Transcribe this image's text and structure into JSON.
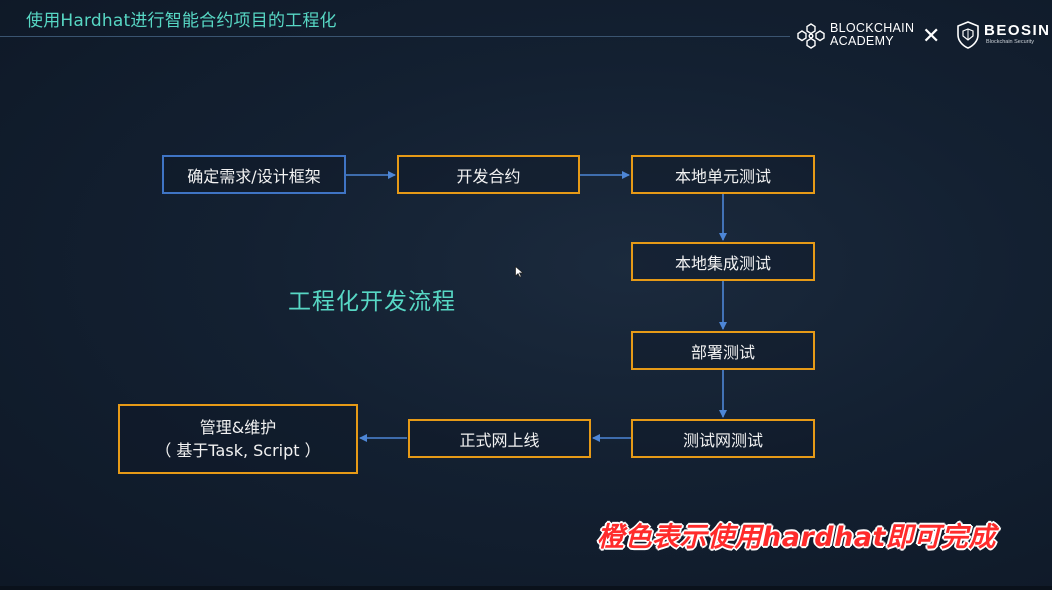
{
  "slide": {
    "title": "使用Hardhat进行智能合约项目的工程化",
    "center_label": "工程化开发流程",
    "footnote": "橙色表示使用hardhat即可完成"
  },
  "branding": {
    "academy_line1": "BLOCKCHAIN",
    "academy_line2": "ACADEMY",
    "separator": "✕",
    "beosin_name": "BEOSIN",
    "beosin_tagline": "Blockchain Security"
  },
  "flow": {
    "steps": [
      {
        "label": "确定需求/设计框架",
        "style": "blue"
      },
      {
        "label": "开发合约",
        "style": "orange"
      },
      {
        "label": "本地单元测试",
        "style": "orange"
      },
      {
        "label": "本地集成测试",
        "style": "orange"
      },
      {
        "label": "部署测试",
        "style": "orange"
      },
      {
        "label": "测试网测试",
        "style": "orange"
      },
      {
        "label": "正式网上线",
        "style": "orange"
      },
      {
        "label_line1": "管理&维护",
        "label_line2": "（ 基于Task, Script ）",
        "style": "orange"
      }
    ],
    "edges": [
      {
        "from": "确定需求/设计框架",
        "to": "开发合约"
      },
      {
        "from": "开发合约",
        "to": "本地单元测试"
      },
      {
        "from": "本地单元测试",
        "to": "本地集成测试"
      },
      {
        "from": "本地集成测试",
        "to": "部署测试"
      },
      {
        "from": "部署测试",
        "to": "测试网测试"
      },
      {
        "from": "测试网测试",
        "to": "正式网上线"
      },
      {
        "from": "正式网上线",
        "to": "管理&维护"
      }
    ]
  },
  "colors": {
    "orange_border": "#e69a17",
    "blue_border": "#3f74c4",
    "accent_teal": "#57d7c4",
    "arrow": "#4d86d6",
    "footnote_red": "#ff2b2b"
  }
}
